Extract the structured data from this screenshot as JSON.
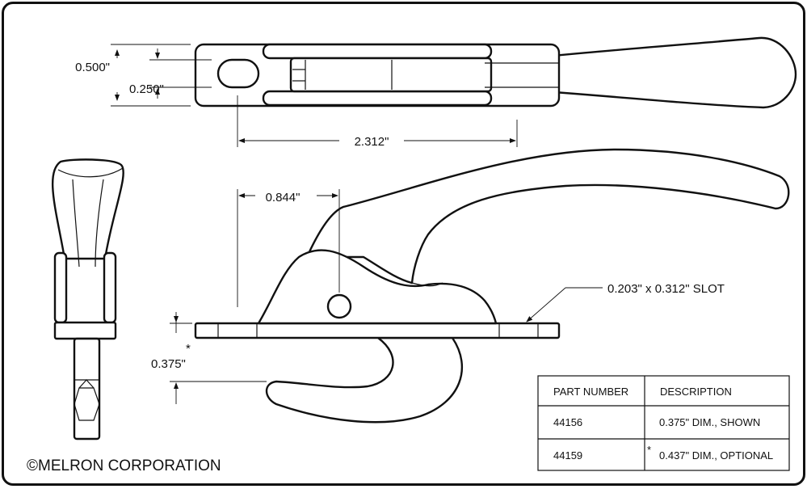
{
  "dimensions": {
    "width_overall": "0.500\"",
    "width_slot": "0.250\"",
    "length": "2.312\"",
    "pivot_offset": "0.844\"",
    "drop": "0.375\"",
    "drop_marker": "*",
    "slot_callout": "0.203\" x 0.312\" SLOT"
  },
  "table": {
    "headers": [
      "PART NUMBER",
      "DESCRIPTION"
    ],
    "rows": [
      {
        "part": "44156",
        "marker": "",
        "description": "0.375\" DIM., SHOWN"
      },
      {
        "part": "44159",
        "marker": "*",
        "description": "0.437\" DIM., OPTIONAL"
      }
    ]
  },
  "copyright": "©MELRON CORPORATION"
}
